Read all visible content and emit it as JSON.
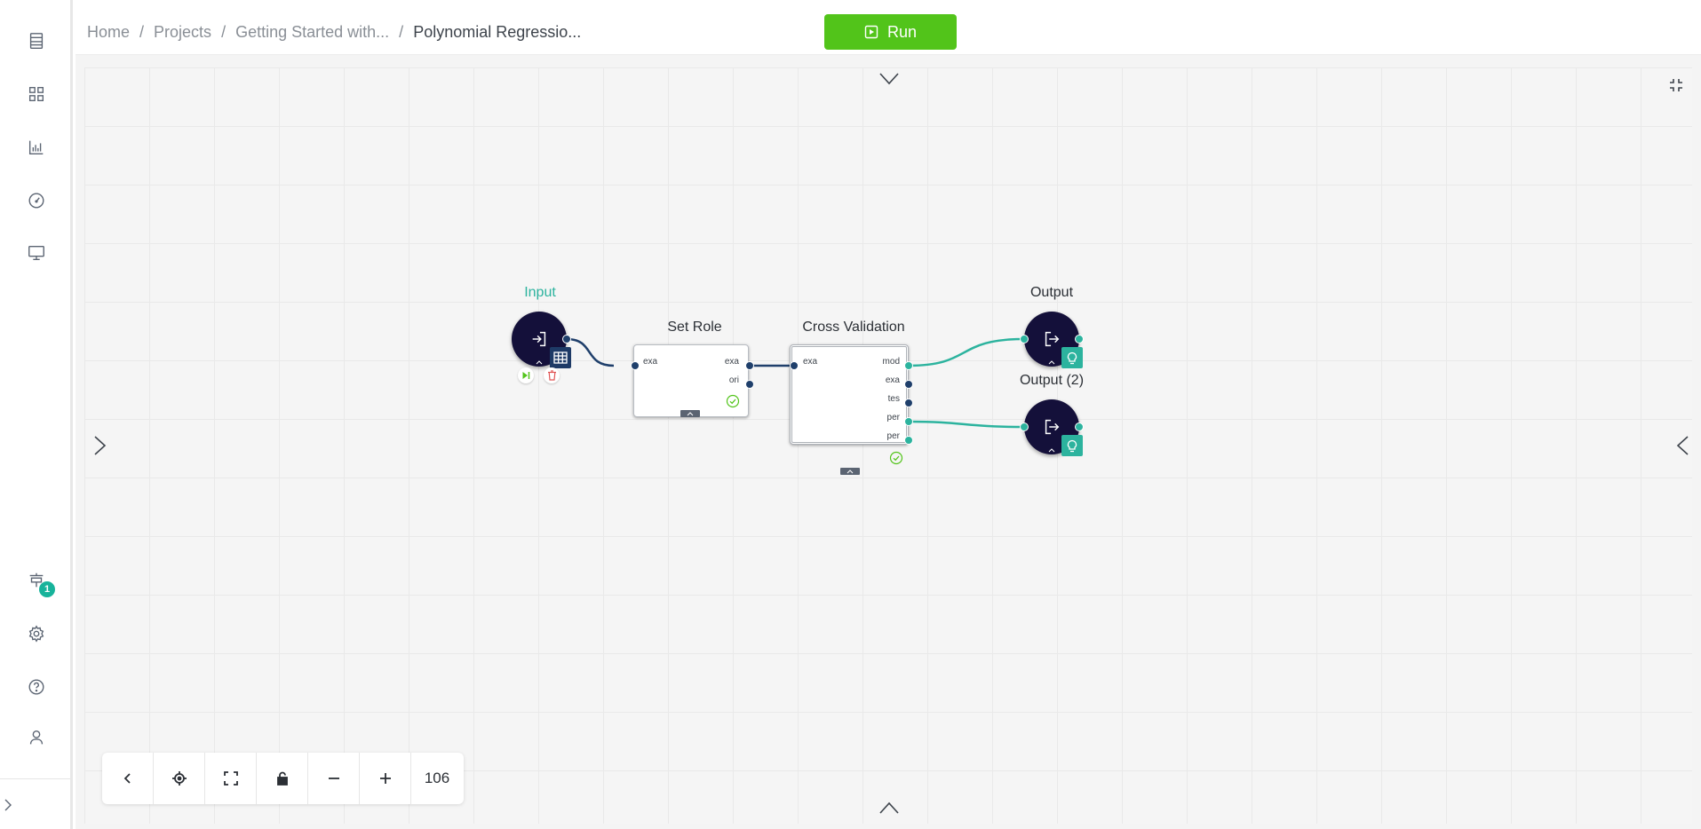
{
  "breadcrumb": {
    "items": [
      "Home",
      "Projects",
      "Getting Started with..."
    ],
    "separator": "/",
    "current": "Polynomial Regressio..."
  },
  "run_button": {
    "label": "Run",
    "color": "#52c41a"
  },
  "sidebar": {
    "top_icons": [
      "document-icon",
      "grid-icon",
      "bar-chart-icon",
      "gauge-icon",
      "monitor-icon"
    ],
    "bottom_icons": [
      "workflow-icon",
      "gear-icon",
      "help-icon",
      "user-icon"
    ],
    "notification_count": "1"
  },
  "nodes": {
    "input": {
      "title": "Input"
    },
    "set_role": {
      "title": "Set Role",
      "ports_in": [
        "exa"
      ],
      "ports_out": [
        "exa",
        "ori"
      ]
    },
    "cross_validation": {
      "title": "Cross Validation",
      "ports_in": [
        "exa"
      ],
      "ports_out": [
        "mod",
        "exa",
        "tes",
        "per",
        "per"
      ]
    },
    "output_1": {
      "title": "Output"
    },
    "output_2": {
      "title": "Output (2)"
    }
  },
  "toolbar": {
    "zoom_level": "106"
  },
  "colors": {
    "accent_teal": "#2cb39e",
    "node_navy": "#14103a",
    "port_navy": "#1f3f6b"
  }
}
